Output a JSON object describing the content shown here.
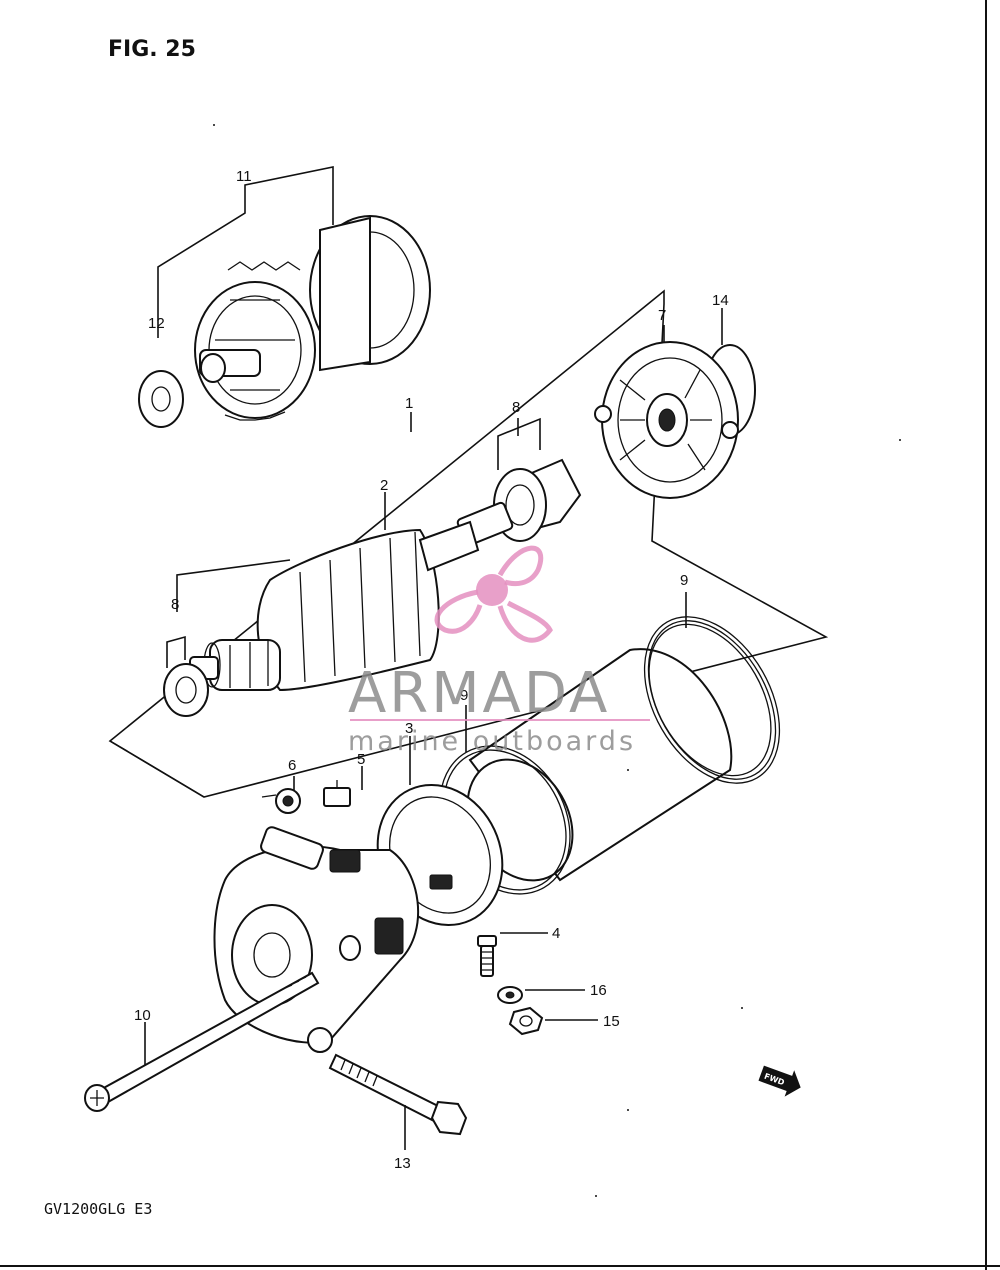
{
  "figure": {
    "title": "FIG. 25",
    "model_code": "GV1200GLG  E3"
  },
  "callouts": {
    "c1": "1",
    "c2": "2",
    "c3": "3",
    "c4": "4",
    "c5": "5",
    "c6": "6",
    "c7": "7",
    "c8a": "8",
    "c8b": "8",
    "c9a": "9",
    "c9b": "9",
    "c10": "10",
    "c11": "11",
    "c12": "12",
    "c13": "13",
    "c14": "14",
    "c15": "15",
    "c16": "16"
  },
  "watermark": {
    "brand": "ARMADA",
    "tagline": "marine outboards",
    "brand_color": "#8c8c8c",
    "logo_color": "#e48fc0"
  },
  "fwd_marker": {
    "label": "FWD",
    "icon": "forward-arrow-icon"
  }
}
